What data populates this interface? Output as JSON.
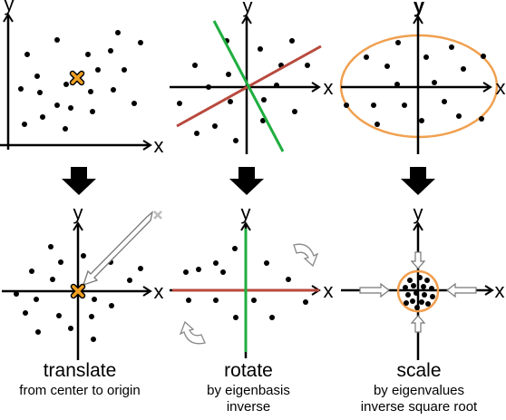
{
  "colors": {
    "axis": "#000000",
    "point": "#000000",
    "center_marker": "#f0a020",
    "eigen_red": "#b84a3e",
    "eigen_green": "#1fae3f",
    "ellipse": "#f0a050",
    "arrow_fill": "#000000",
    "hint_arrow": "#888888"
  },
  "axes": {
    "x": "x",
    "y": "y"
  },
  "icons": {
    "center": "cross-marker-icon",
    "step": "down-arrow-icon",
    "rotate": "curved-arrow-icon",
    "scale": "inward-arrow-icon"
  },
  "steps": [
    {
      "title": "translate",
      "detail_1": "from center to origin",
      "detail_2": ""
    },
    {
      "title": "rotate",
      "detail_1": "by eigenbasis",
      "detail_2": "inverse"
    },
    {
      "title": "scale",
      "detail_1": "by eigenvalues",
      "detail_2": "inverse square root"
    }
  ]
}
